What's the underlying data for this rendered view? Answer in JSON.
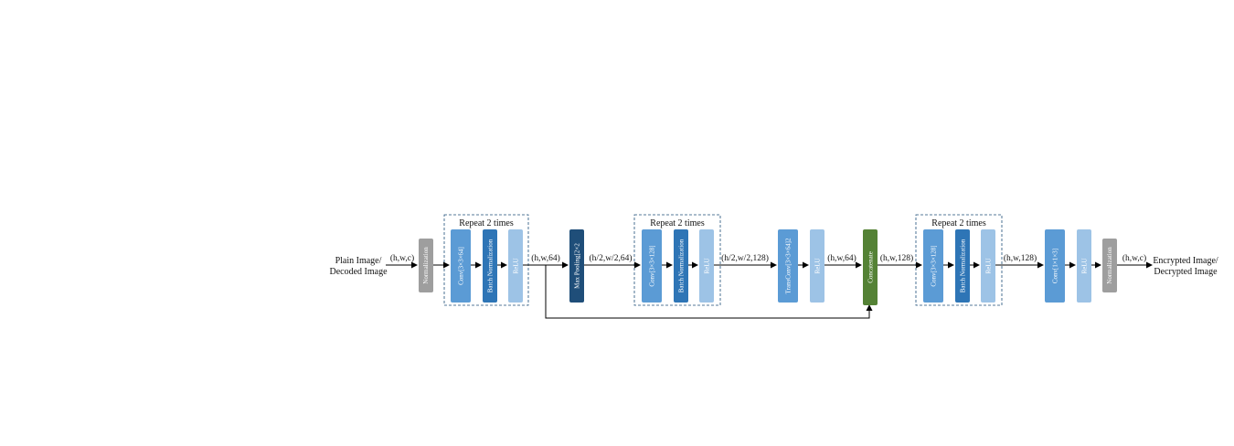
{
  "input_label": [
    "Plain Image/",
    "Decoded Image"
  ],
  "output_label": [
    "Encrypted Image/",
    "Decrypted Image"
  ],
  "repeat_label": "Repeat 2 times",
  "colors": {
    "gray": "#9e9e9e",
    "conv": "#5b9bd5",
    "batchnorm": "#2e75b6",
    "relu": "#9dc3e6",
    "maxpool": "#1f4e79",
    "concat": "#548235"
  },
  "blocks": {
    "norm_in": "Normalization",
    "conv1": "Conv[3×3×64]",
    "bn1": "Batch Normalization",
    "relu1": "ReLU",
    "maxpool": "Max Pooling[2×2",
    "conv2": "Conv[3×3×128]",
    "bn2": "Batch Normalization",
    "relu2": "ReLU",
    "transconv": "TransConv[3×3×64]2",
    "relu3": "ReLU",
    "concat": "Concatenate",
    "conv3": "Conv[3×3×128]",
    "bn3": "Batch Normalization",
    "relu4": "ReLU",
    "conv4": "Conv[1×1×3]",
    "relu5": "ReLU",
    "norm_out": "Normalization"
  },
  "dims": {
    "d1": "(h,w,c)",
    "d2": "(h,w,64)",
    "d3": "(h/2,w/2,64)",
    "d4": "(h/2,w/2,128)",
    "d5": "(h,w,64)",
    "d6": "(h,w,128)",
    "d7": "(h,w,128)",
    "d8": "(h,w,c)"
  }
}
